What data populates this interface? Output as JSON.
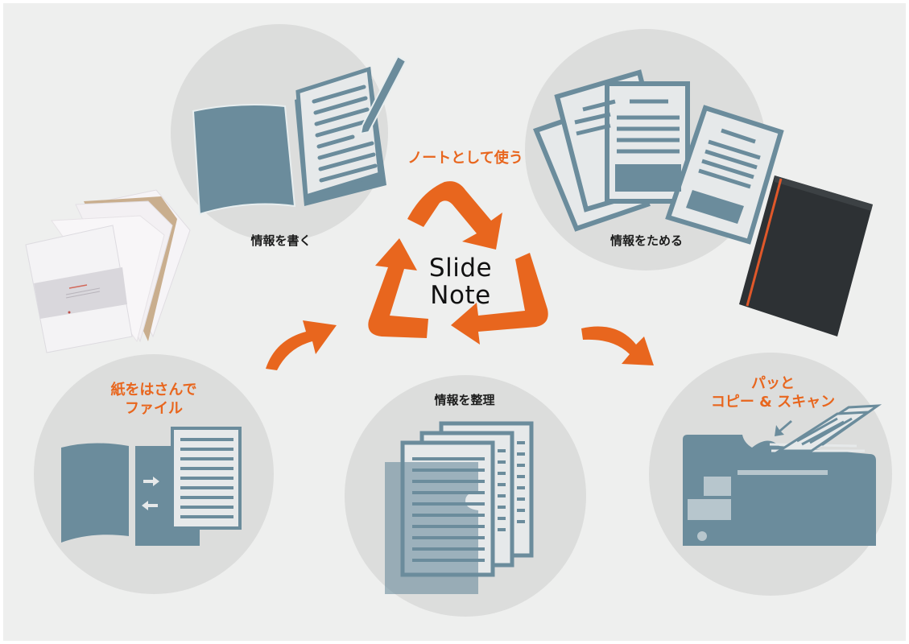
{
  "center": {
    "title_line1": "Slide",
    "title_line2": "Note",
    "caption": "ノートとして使う"
  },
  "stages": [
    {
      "id": "write",
      "label": "情報を書く",
      "icon": "open-notebook-with-pen-icon"
    },
    {
      "id": "store",
      "label": "情報をためる",
      "icon": "stacked-documents-icon"
    },
    {
      "id": "organize",
      "label": "情報を整理",
      "icon": "indexed-pages-icon"
    }
  ],
  "features": [
    {
      "id": "file",
      "label_line1": "紙をはさんで",
      "label_line2": "ファイル",
      "icon": "binder-insert-icon"
    },
    {
      "id": "scan",
      "label_line1": "パッと",
      "label_line2": "コピー & スキャン",
      "icon": "copier-scanner-icon"
    }
  ],
  "products": [
    {
      "id": "refill-papers",
      "icon": "paper-refill-photo"
    },
    {
      "id": "black-notebook",
      "icon": "black-notebook-photo"
    }
  ],
  "colors": {
    "background": "#eeefee",
    "circle": "#dcdddc",
    "icon_blue": "#6b8c9c",
    "accent_orange": "#e8661e",
    "text_dark": "#1c1c1c"
  }
}
